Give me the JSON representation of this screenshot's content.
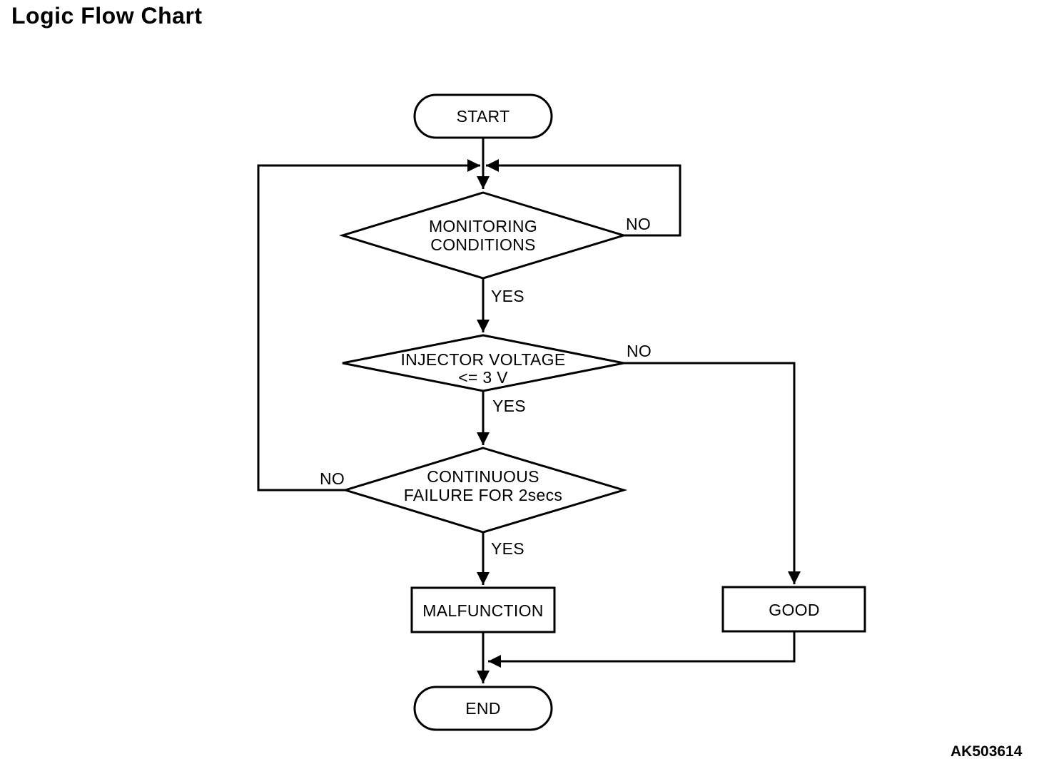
{
  "title": "Logic Flow Chart",
  "figure_code": "AK503614",
  "flowchart": {
    "nodes": {
      "start": {
        "type": "terminator",
        "label": "START"
      },
      "monitoring_conditions": {
        "type": "decision",
        "line1": "MONITORING",
        "line2": "CONDITIONS"
      },
      "injector_voltage": {
        "type": "decision",
        "line1": "INJECTOR VOLTAGE",
        "line2": "<= 3 V"
      },
      "continuous_failure": {
        "type": "decision",
        "line1": "CONTINUOUS",
        "line2": "FAILURE FOR 2secs"
      },
      "malfunction": {
        "type": "process",
        "label": "MALFUNCTION"
      },
      "good": {
        "type": "process",
        "label": "GOOD"
      },
      "end": {
        "type": "terminator",
        "label": "END"
      }
    },
    "edge_labels": {
      "monitoring_no": "NO",
      "monitoring_yes": "YES",
      "injector_no": "NO",
      "injector_yes": "YES",
      "continuous_no": "NO",
      "continuous_yes": "YES"
    },
    "colors": {
      "line": "#000000",
      "text": "#000000",
      "background": "#ffffff"
    }
  }
}
